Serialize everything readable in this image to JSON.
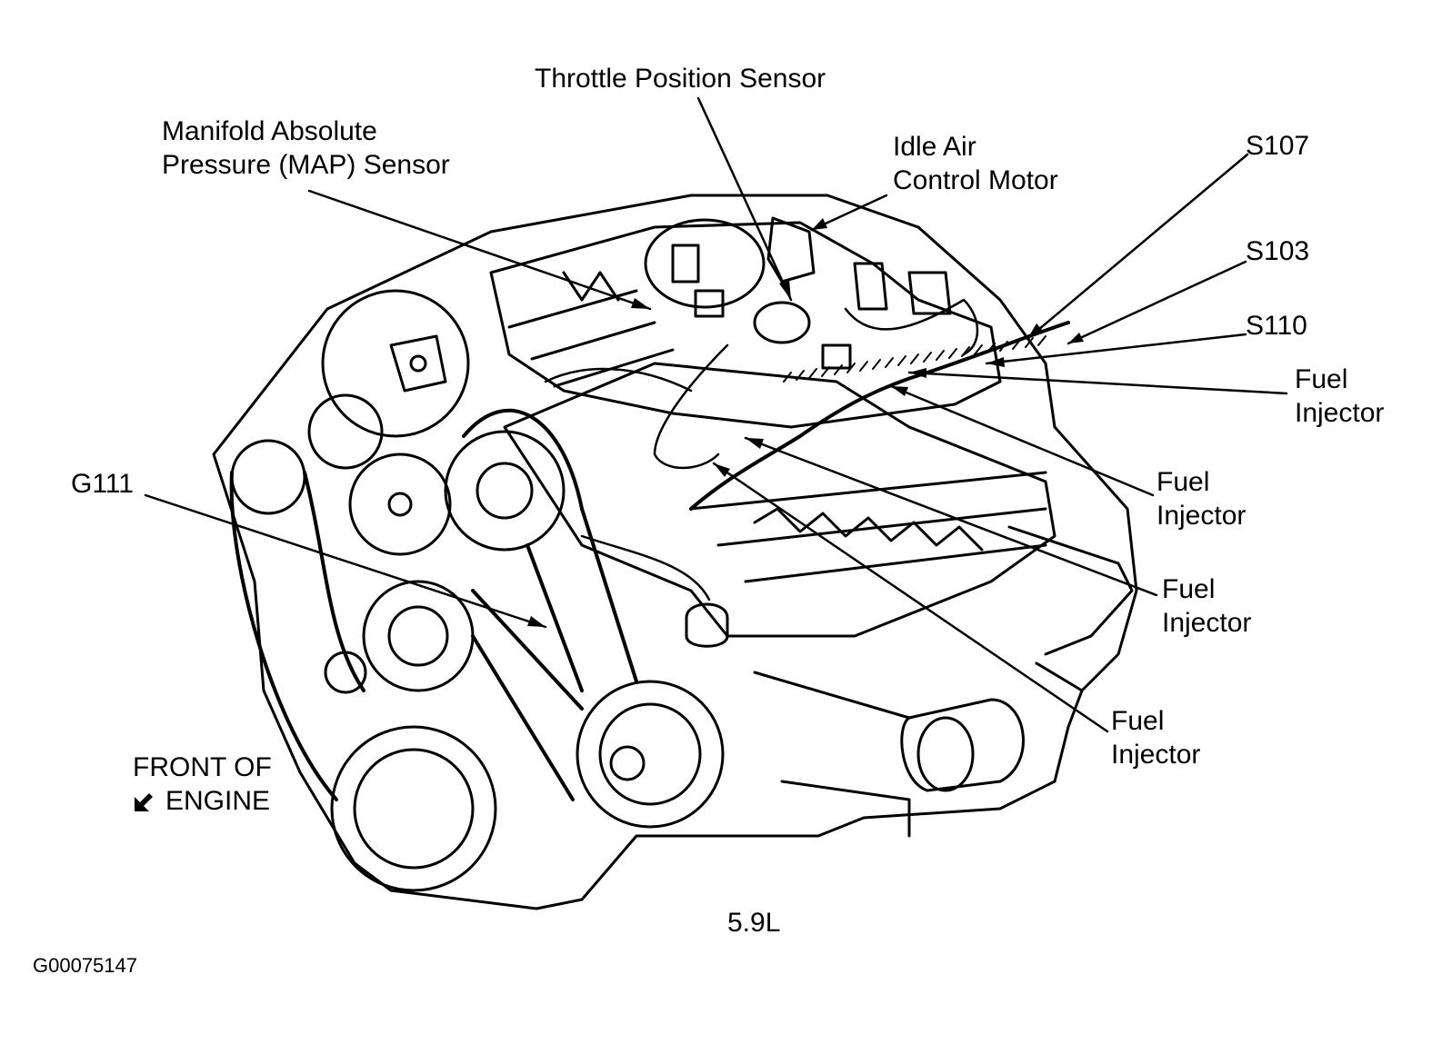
{
  "labels": {
    "throttle_position_sensor": "Throttle Position Sensor",
    "map_sensor_line1": "Manifold Absolute",
    "map_sensor_line2": "Pressure (MAP) Sensor",
    "iac_motor_line1": "Idle Air",
    "iac_motor_line2": "Control Motor",
    "s107": "S107",
    "s103": "S103",
    "s110": "S110",
    "fuel_injector_1_line1": "Fuel",
    "fuel_injector_1_line2": "Injector",
    "fuel_injector_2_line1": "Fuel",
    "fuel_injector_2_line2": "Injector",
    "fuel_injector_3_line1": "Fuel",
    "fuel_injector_3_line2": "Injector",
    "fuel_injector_4_line1": "Fuel",
    "fuel_injector_4_line2": "Injector",
    "g111": "G111",
    "front_of_engine_line1": "FRONT OF",
    "front_of_engine_line2": "ENGINE",
    "engine_size": "5.9L",
    "figure_id": "G00075147"
  },
  "icons": {
    "front_arrow": "arrow-down-left-icon"
  },
  "colors": {
    "ink": "#000000",
    "paper": "#ffffff"
  }
}
